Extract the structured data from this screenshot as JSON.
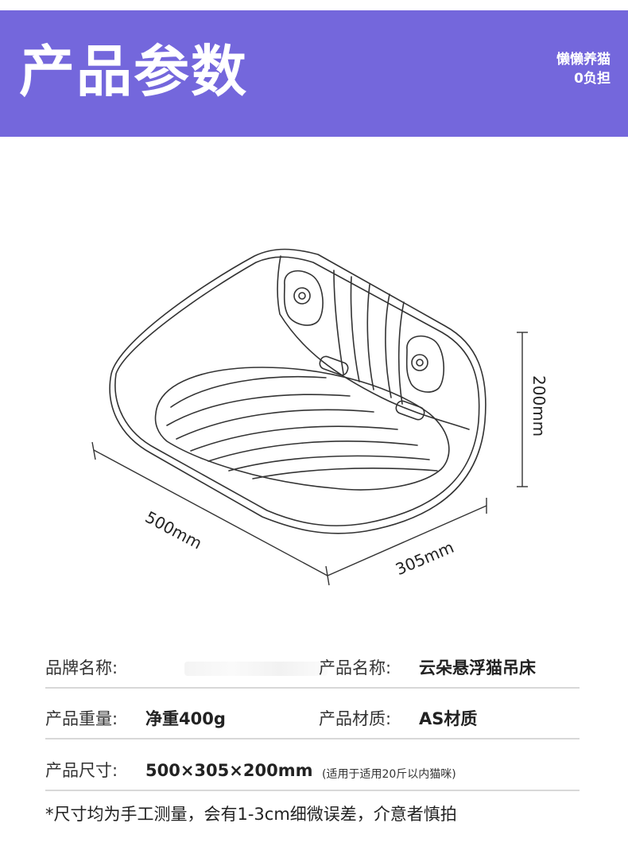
{
  "header": {
    "title": "产品参数",
    "slogan_line1": "懒懒养猫",
    "slogan_line2": "0负担"
  },
  "dimensions": {
    "length": "500mm",
    "width": "305mm",
    "height": "200mm"
  },
  "specs": {
    "brand_label": "品牌名称:",
    "product_name_label": "产品名称:",
    "product_name_value": "云朵悬浮猫吊床",
    "weight_label": "产品重量:",
    "weight_value": "净重400g",
    "material_label": "产品材质:",
    "material_value": "AS材质",
    "size_label": "产品尺寸:",
    "size_value": "500×305×200mm",
    "size_note": "(适用于适用20斤以内猫咪)"
  },
  "note": "*尺寸均为手工测量，会有1-3cm细微误差，介意者慎拍",
  "colors": {
    "header_bg": "#7467dc",
    "divider": "#d8d8d8"
  }
}
